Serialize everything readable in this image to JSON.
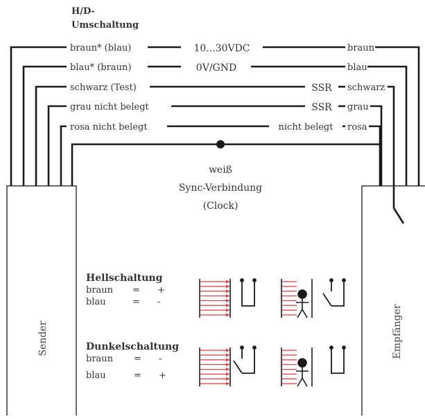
{
  "header": {
    "line1": "H/D-",
    "line2": "Umschaltung"
  },
  "rows": [
    {
      "left": "braun* (blau)",
      "mid": "10...30VDC",
      "right": "braun"
    },
    {
      "left": "blau* (braun)",
      "mid": "0V/GND",
      "right": "blau"
    },
    {
      "left": "schwarz (Test)",
      "mid": "SSR",
      "right": "schwarz"
    },
    {
      "left": "grau  nicht belegt",
      "mid": "SSR",
      "right": "grau"
    },
    {
      "left": "rosa  nicht belegt",
      "mid": "nicht belegt",
      "right": "rosa"
    }
  ],
  "sync": {
    "line1": "weiß",
    "line2": "Sync-Verbindung",
    "line3": "(Clock)"
  },
  "sender": "Sender",
  "receiver": "Empfänger",
  "hell": {
    "title": "Hellschaltung",
    "l1a": "braun",
    "l1b": "=",
    "l1c": "+",
    "l2a": "blau",
    "l2b": "=",
    "l2c": "-"
  },
  "dunkel": {
    "title": "Dunkelschaltung",
    "l1a": "braun",
    "l1b": "=",
    "l1c": "-",
    "l2a": "blau",
    "l2b": "=",
    "l2c": "+"
  },
  "colors": {
    "line": "#1a1a1a",
    "beam": "#e0393c",
    "text": "#333333"
  }
}
